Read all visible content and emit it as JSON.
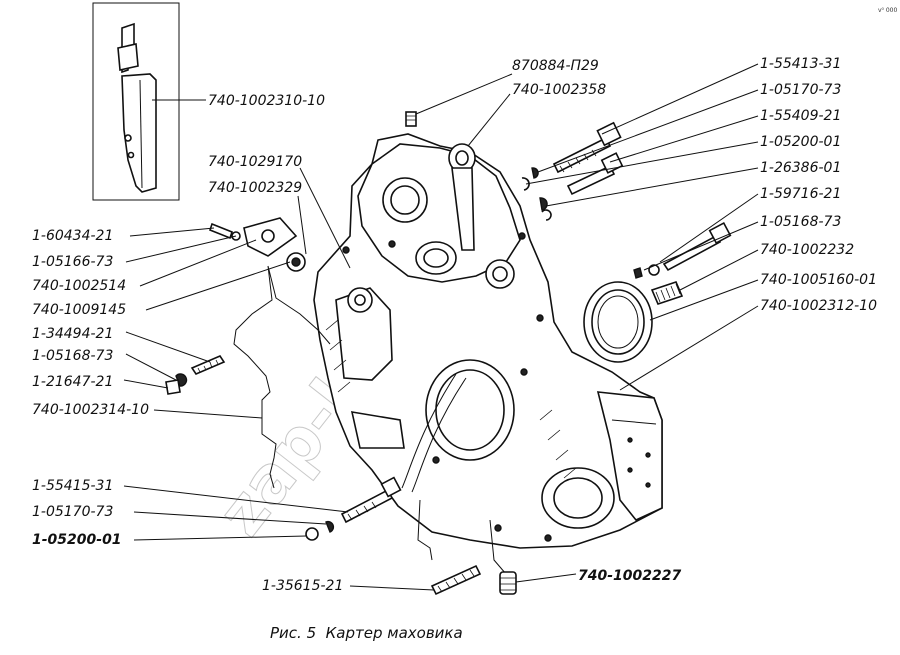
{
  "labels": {
    "l_740_1002310_10": "740-1002310-10",
    "l_870884_p29": "870884-П29",
    "l_740_1002358": "740-1002358",
    "l_1_55413_31": "1-55413-31",
    "l_1_05170_73_top": "1-05170-73",
    "l_1_55409_21": "1-55409-21",
    "l_1_05200_01_top": "1-05200-01",
    "l_1_26386_01": "1-26386-01",
    "l_1_59716_21": "1-59716-21",
    "l_1_05168_73_right": "1-05168-73",
    "l_740_1002232": "740-1002232",
    "l_740_1005160_01": "740-1005160-01",
    "l_740_1002312_10": "740-1002312-10",
    "l_740_1029170": "740-1029170",
    "l_740_1002329": "740-1002329",
    "l_1_60434_21": "1-60434-21",
    "l_1_05166_73": "1-05166-73",
    "l_740_1002514": "740-1002514",
    "l_740_1009145": "740-1009145",
    "l_1_34494_21": "1-34494-21",
    "l_1_05168_73_left": "1-05168-73",
    "l_1_21647_21": "1-21647-21",
    "l_740_1002314_10": "740-1002314-10",
    "l_1_55415_31": "1-55415-31",
    "l_1_05170_73_bottom": "1-05170-73",
    "l_1_05200_01_bottom": "1-05200-01",
    "l_1_35615_21": "1-35615-21",
    "l_740_1002227": "740-1002227"
  },
  "caption": "Рис. 5  Картер маховика",
  "watermark": "zap-kam.ru",
  "corner_mark": "v⁰ 000"
}
